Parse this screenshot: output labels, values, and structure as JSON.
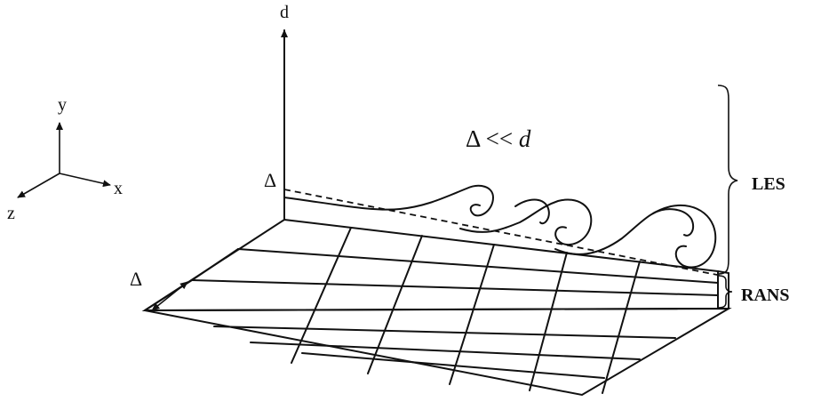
{
  "axes": {
    "y_label": "y",
    "x_label": "x",
    "z_label": "z"
  },
  "wall": {
    "d_label": "d",
    "delta_label": "Δ"
  },
  "relation": {
    "delta_symbol": "Δ",
    "operator": " << ",
    "d_symbol": "d"
  },
  "grid": {
    "delta_label": "Δ"
  },
  "regions": {
    "les_label": "LES",
    "rans_label": "RANS"
  },
  "colors": {
    "ink": "#111111",
    "background": "#ffffff"
  }
}
